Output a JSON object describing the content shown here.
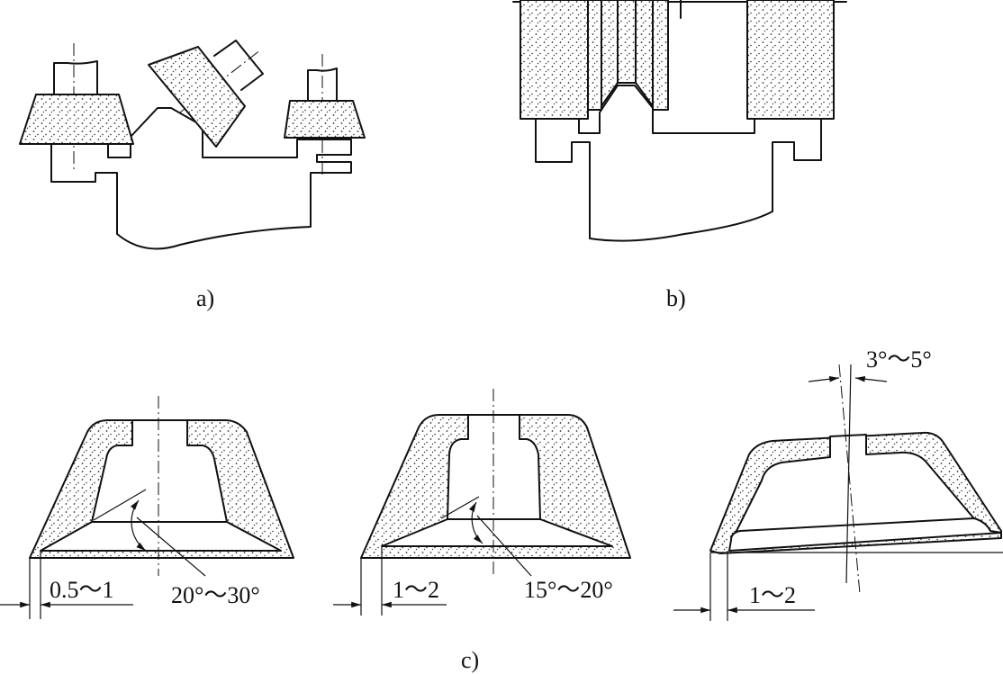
{
  "labels": {
    "a": "a)",
    "b": "b)",
    "c": "c)"
  },
  "dimensions": {
    "c1_width": "0.5～1",
    "c1_angle": "20°～30°",
    "c2_width": "1～2",
    "c2_angle": "15°～20°",
    "c3_width": "1～2",
    "c3_tilt": "3°～5°"
  }
}
